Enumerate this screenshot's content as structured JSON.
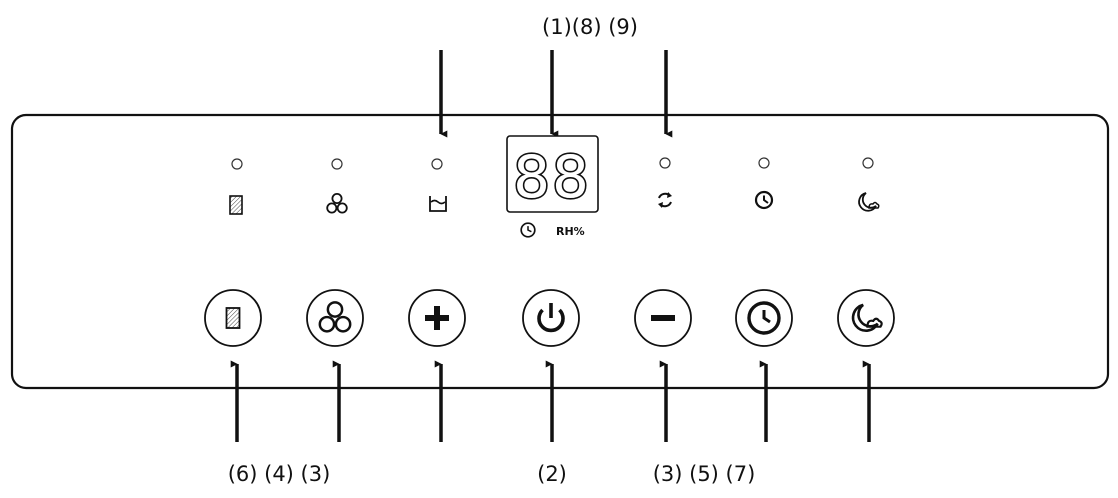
{
  "top_labels": {
    "center": "(1)(8) (9)"
  },
  "bottom_labels": {
    "left": "(6) (4) (3)",
    "center": "(2)",
    "right": "(3) (5) (7)"
  },
  "display": {
    "digits": "88",
    "unit": "RH%"
  },
  "indicators": [
    {
      "name": "filter-indicator",
      "icon": "filter-icon"
    },
    {
      "name": "fan-indicator",
      "icon": "fan-icon"
    },
    {
      "name": "water-tank-indicator",
      "icon": "water-tank-icon"
    },
    {
      "name": "continuous-mode-indicator",
      "icon": "cycle-icon"
    },
    {
      "name": "timer-indicator",
      "icon": "clock-icon"
    },
    {
      "name": "sleep-mode-indicator",
      "icon": "sleep-icon"
    }
  ],
  "buttons": [
    {
      "name": "filter-button",
      "icon": "filter-icon"
    },
    {
      "name": "fan-speed-button",
      "icon": "fan-icon"
    },
    {
      "name": "plus-button",
      "icon": "plus-icon"
    },
    {
      "name": "power-button",
      "icon": "power-icon"
    },
    {
      "name": "minus-button",
      "icon": "minus-icon"
    },
    {
      "name": "timer-button",
      "icon": "clock-icon"
    },
    {
      "name": "sleep-button",
      "icon": "sleep-icon"
    }
  ]
}
